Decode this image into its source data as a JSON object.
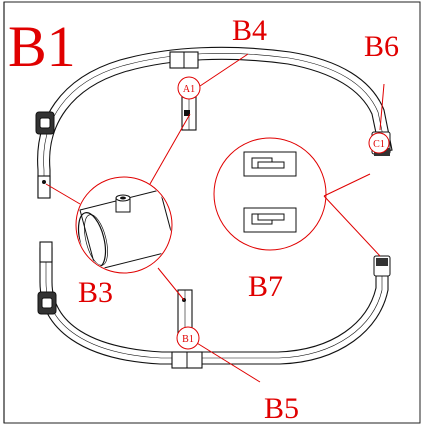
{
  "diagram": {
    "title": "B1",
    "labels": {
      "b3": "B3",
      "b4": "B4",
      "b5": "B5",
      "b6": "B6",
      "b7": "B7"
    },
    "markers": {
      "a1": "A1",
      "b1": "B1",
      "c1": "C1"
    },
    "colors": {
      "annotation": "#e00000",
      "linework": "#111111",
      "background": "#ffffff"
    }
  }
}
